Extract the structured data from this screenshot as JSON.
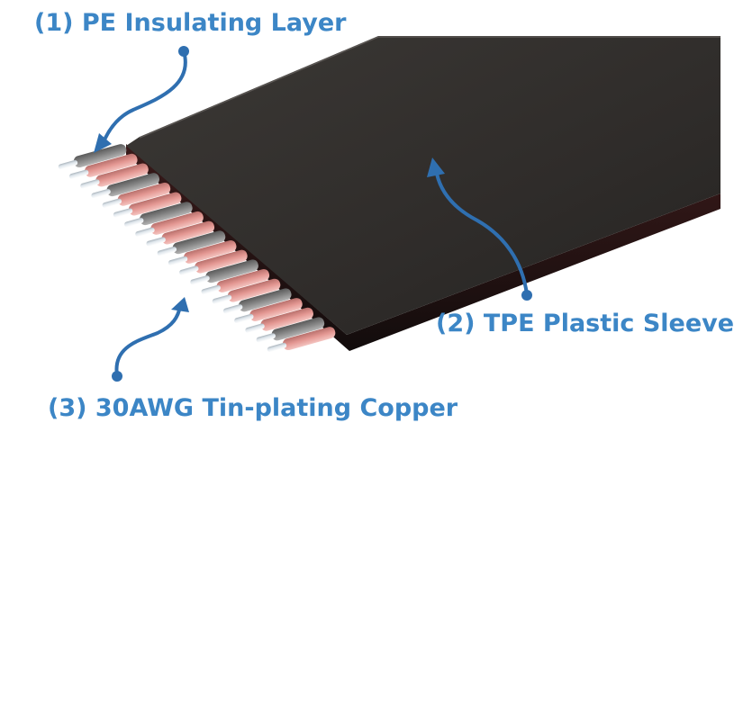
{
  "labels": {
    "pe_layer": "(1) PE Insulating Layer",
    "tpe_sleeve": "(2) TPE Plastic Sleeve",
    "copper": "(3) 30AWG Tin-plating Copper"
  },
  "colors": {
    "label_text": "#3c86c6",
    "arrow": "#2f6fb0",
    "sleeve": "#2e2b29",
    "insulation_pink": "#e8a7a3",
    "insulation_gray": "#8a8a8a",
    "conductor": "#e9eef2"
  },
  "icons": {
    "pointer": "curved-arrow-icon"
  }
}
